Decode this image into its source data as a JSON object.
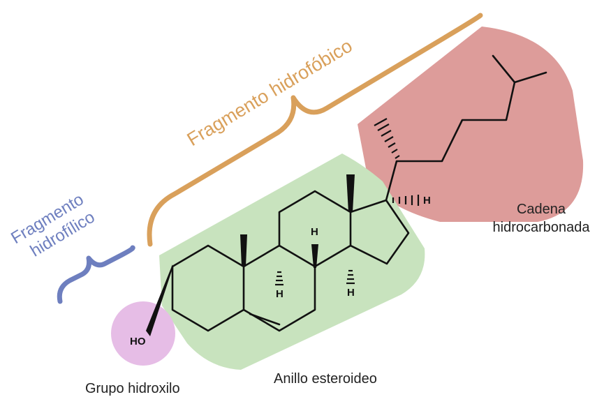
{
  "labels": {
    "hydrophobic_fragment": "Fragmento hidrofóbico",
    "hydrophilic_fragment_line1": "Fragmento",
    "hydrophilic_fragment_line2": "hidrofílico",
    "hydrocarbon_chain_line1": "Cadena",
    "hydrocarbon_chain_line2": "hidrocarbonada",
    "steroid_ring": "Anillo esteroideo",
    "hydroxyl_group": "Grupo hidroxilo"
  },
  "atoms": {
    "hydroxyl": "HO",
    "hydrogen": "H"
  },
  "colors": {
    "hydrophobic": "#d9a05b",
    "hydrophilic": "#6e7fbf",
    "chain_region": "#dd9c9a",
    "ring_region": "#c8e3be",
    "hydroxyl_region": "#e6bde6",
    "text": "#222222"
  }
}
